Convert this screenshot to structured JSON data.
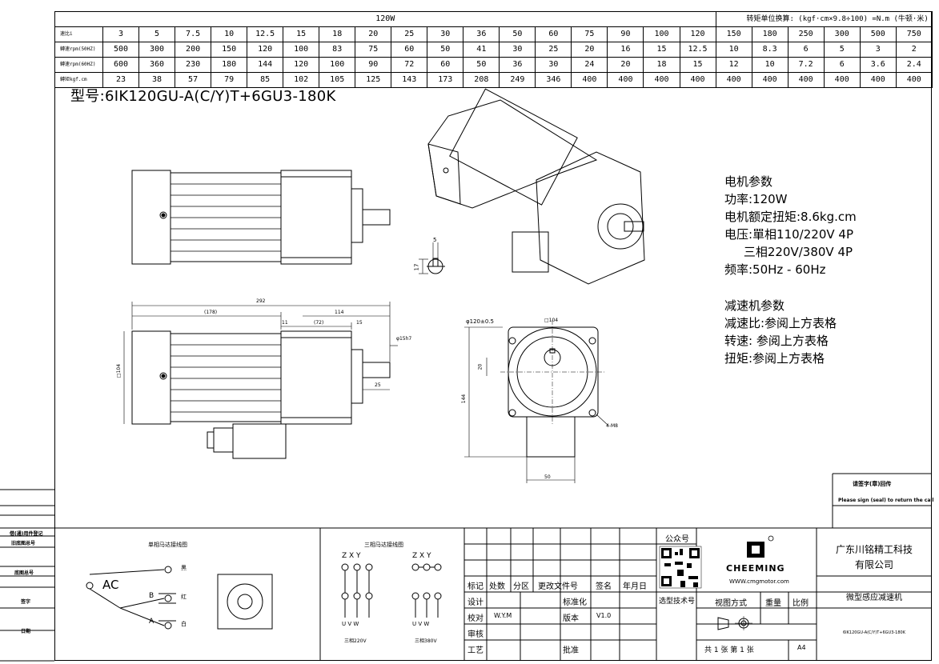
{
  "spec_table": {
    "header_power": "120W",
    "header_unit": "转矩单位换算: (kgf·cm×9.8÷100) =N.m (牛顿·米)",
    "rows": [
      {
        "label": "速比i",
        "values": [
          "3",
          "5",
          "7.5",
          "10",
          "12.5",
          "15",
          "18",
          "20",
          "25",
          "30",
          "36",
          "50",
          "60",
          "75",
          "90",
          "100",
          "120",
          "150",
          "180",
          "250",
          "300",
          "500",
          "750"
        ]
      },
      {
        "label": "轉速rpm(50HZ)",
        "values": [
          "500",
          "300",
          "200",
          "150",
          "120",
          "100",
          "83",
          "75",
          "60",
          "50",
          "41",
          "30",
          "25",
          "20",
          "16",
          "15",
          "12.5",
          "10",
          "8.3",
          "6",
          "5",
          "3",
          "2"
        ]
      },
      {
        "label": "轉速rpm(60HZ)",
        "values": [
          "600",
          "360",
          "230",
          "180",
          "144",
          "120",
          "100",
          "90",
          "72",
          "60",
          "50",
          "36",
          "30",
          "24",
          "20",
          "18",
          "15",
          "12",
          "10",
          "7.2",
          "6",
          "3.6",
          "2.4"
        ]
      },
      {
        "label": "轉矩kgf.cm",
        "values": [
          "23",
          "38",
          "57",
          "79",
          "85",
          "102",
          "105",
          "125",
          "143",
          "173",
          "208",
          "249",
          "346",
          "400",
          "400",
          "400",
          "400",
          "400",
          "400",
          "400",
          "400",
          "400",
          "400"
        ]
      }
    ]
  },
  "model": "型号:6IK120GU-A(C/Y)T+6GU3-180K",
  "motor_params": {
    "title": "电机参数",
    "power": "功率:120W",
    "torque": "电机额定扭矩:8.6kg.cm",
    "voltage1": "电压:單相110/220V 4P",
    "voltage2": "     三相220V/380V 4P",
    "freq": "频率:50Hz - 60Hz"
  },
  "reducer_params": {
    "title": "减速机参数",
    "ratio": "减速比:参阅上方表格",
    "speed": "转速: 参阅上方表格",
    "torque": "扭矩:参阅上方表格"
  },
  "dims": {
    "d292": "292",
    "d178": "(178)",
    "d114": "114",
    "d11": "11",
    "d72": "(72)",
    "d15": "15",
    "d25": "25",
    "shaft": "φ15h7",
    "sq104": "□104",
    "key5": "5",
    "key17": "17",
    "phi120": "φ120±0.5",
    "sq104b": "□104",
    "d20": "20",
    "d144": "144",
    "d50": "50",
    "m8": "4-M8"
  },
  "return_note": {
    "cn": "请签字(章)回传",
    "en": "Please sign (seal) to return the call"
  },
  "side_labels": [
    "借(通)用件登记",
    "旧底图总号",
    "底图总号",
    "签字",
    "日期"
  ],
  "wiring": {
    "single_title": "单相马达接线图",
    "ac": "AC",
    "black": "黑",
    "red": "红",
    "white": "白",
    "B": "B",
    "A": "A",
    "three_title": "三相马达接线图",
    "zxy": "Z  X  Y",
    "uvw": "U  V  W",
    "cap220": "三相220V",
    "cap380": "三相380V"
  },
  "title_block": {
    "r_mark": "标记",
    "r_count": "处数",
    "r_zone": "分区",
    "r_doc": "更改文件号",
    "r_sign": "签名",
    "r_date": "年月日",
    "design": "设计",
    "standard": "标准化",
    "check": "校对",
    "checker": "W.Y.M",
    "version": "版本",
    "version_val": "V1.0",
    "review": "审核",
    "process": "工艺",
    "approve": "批准",
    "qr_label": "公众号",
    "select_tech": "选型技术号",
    "brand": "CHEEMING",
    "website": "WWW.cmgmotor.com",
    "company": "广东川铭精工科技\n有限公司",
    "product": "微型感应减速机",
    "view_method": "视图方式",
    "weight": "重量",
    "scale": "比例",
    "model_small": "6IK120GU-A(C/Y)T+6GU3-180K",
    "sheets": "共 1 张 第 1 张",
    "paper": "A4"
  }
}
